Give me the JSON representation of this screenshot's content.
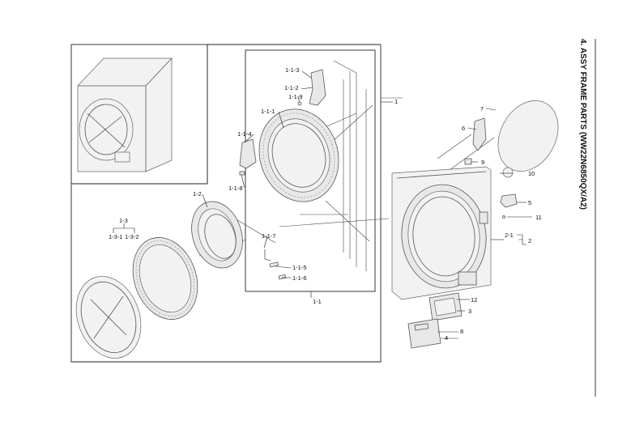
{
  "title": "4. ASSY FRAME PARTS (WW22N6850QX/A2)",
  "labels": {
    "p1": "1",
    "p1_1": "1-1",
    "p1_1_1": "1-1-1",
    "p1_1_2": "1-1-2",
    "p1_1_3": "1-1-3",
    "p1_1_4": "1-1-4",
    "p1_1_5": "1-1-5",
    "p1_1_6": "1-1-6",
    "p1_1_7": "1-1-7",
    "p1_1_8": "1-1-8",
    "p1_1_9": "1-1-9",
    "p1_2": "1-2",
    "p1_3": "1-3",
    "p1_3_1": "1-3-1",
    "p1_3_2": "1-3-2",
    "p2": "2",
    "p2_1": "2-1",
    "p3": "3",
    "p4": "4",
    "p5": "5",
    "p6": "6",
    "p7": "7",
    "p8": "8",
    "p9": "9",
    "p10": "10",
    "p11": "11",
    "p12": "12"
  }
}
